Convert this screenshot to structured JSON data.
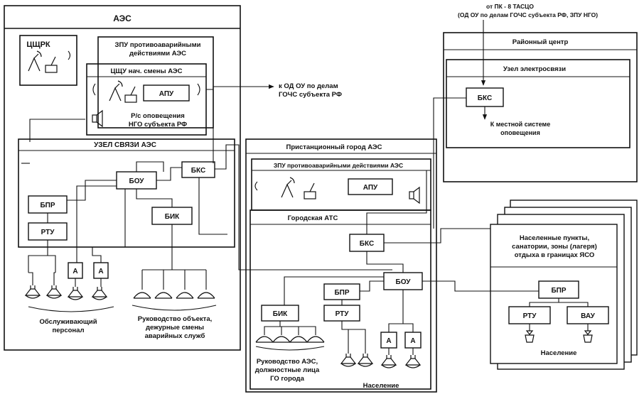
{
  "aes": {
    "title": "АЭС",
    "tsshrk": "ЦЩРК",
    "zpu_title_1": "ЗПУ противоаварийными",
    "zpu_title_2": "действиями АЭС",
    "tsshu_title": "ЦЩУ нач. смены АЭС",
    "apu": "АПУ",
    "rs_line_1": "Р/с оповещения",
    "rs_line_2": "НГО субъекта РФ",
    "node_title": "УЗЕЛ  СВЯЗИ АЭС",
    "bou": "БОУ",
    "bks": "БКС",
    "bpr": "БПР",
    "rtu": "РТУ",
    "bik": "БИК",
    "a1": "А",
    "a2": "А",
    "staff_1": "Обслуживающий",
    "staff_2": "персонал",
    "mgmt_1": "Руководство объекта,",
    "mgmt_2": "дежурные смены",
    "mgmt_3": "аварийных служб"
  },
  "center_arrow": {
    "line_1": "к ОД ОУ по делам",
    "line_2": "ГОЧС субъекта РФ"
  },
  "city": {
    "title": "Пристанционный город АЭС",
    "zpu_title": "ЗПУ противоаварийными  действиями АЭС",
    "apu": "АПУ",
    "ats_title": "Городская АТС",
    "bks": "БКС",
    "bou": "БОУ",
    "bpr": "БПР",
    "rtu": "РТУ",
    "bik": "БИК",
    "a1": "А",
    "a2": "А",
    "officials_1": "Руководство АЭС,",
    "officials_2": "должностные лица",
    "officials_3": "ГО города",
    "population": "Население"
  },
  "top_right": {
    "line_1": "от  ПК - 8 ТАСЦО",
    "line_2": "(ОД ОУ по делам ГОЧС субъекта РФ, ЗПУ НГО)"
  },
  "district": {
    "title": "Районный центр",
    "node_title": "Узел электросвязи",
    "bks": "БКС",
    "local_1": "К местной системе",
    "local_2": "оповещения"
  },
  "settlements": {
    "title_1": "Населенные пункты,",
    "title_2": "санатории, зоны (лагеря)",
    "title_3": "отдыха в границах ЯСО",
    "bpr": "БПР",
    "rtu": "РТУ",
    "vau": "ВАУ",
    "population": "Население"
  }
}
